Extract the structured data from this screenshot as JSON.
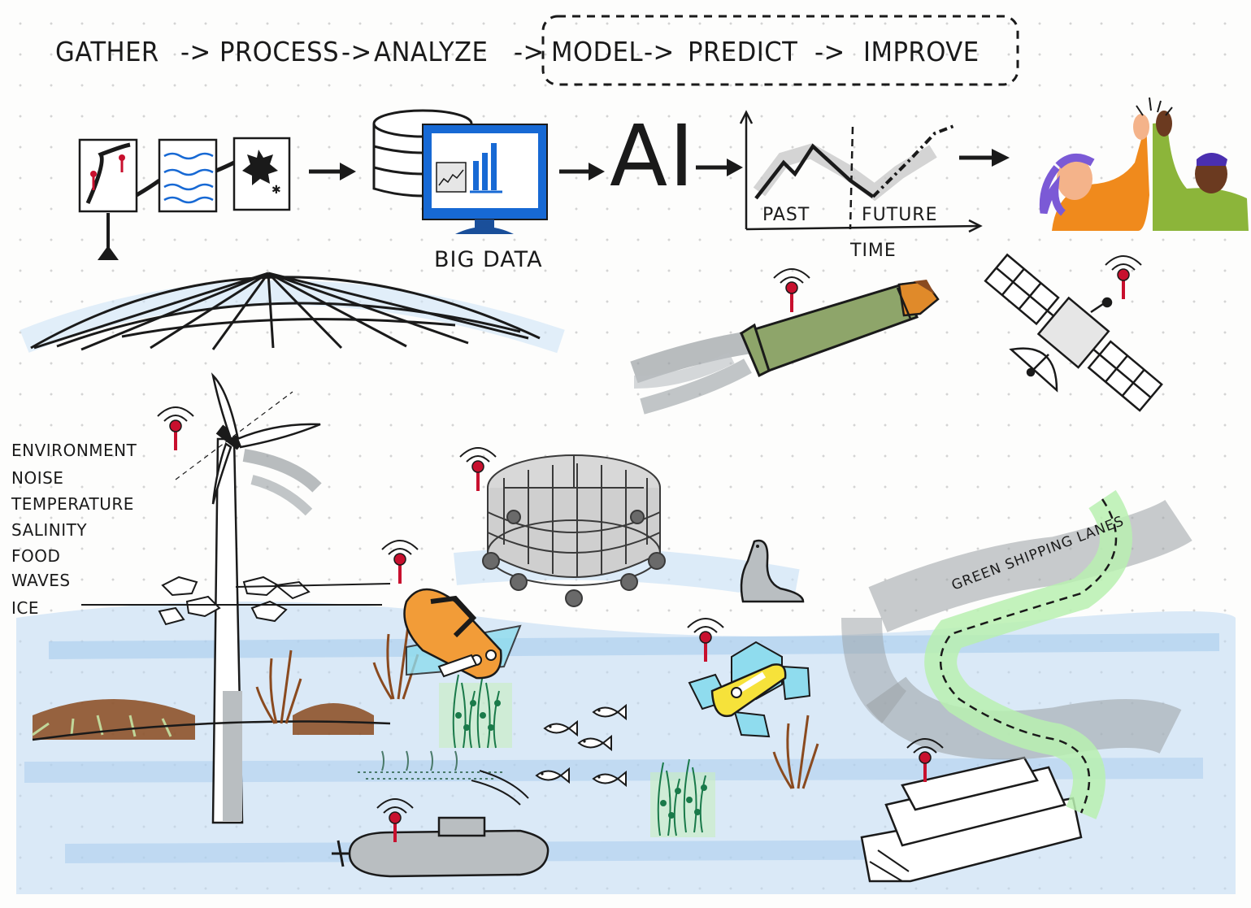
{
  "pipeline": {
    "steps": [
      "GATHER",
      "PROCESS",
      "ANALYZE",
      "MODEL",
      "PREDICT",
      "IMPROVE"
    ],
    "arrow": "->",
    "emphasized_group": [
      "MODEL",
      "PREDICT",
      "IMPROVE"
    ]
  },
  "labels": {
    "big_data": "BIG DATA",
    "ai": "AI",
    "past": "PAST",
    "future": "FUTURE",
    "time": "TIME",
    "shipping_lanes": "GREEN SHIPPING LANES"
  },
  "environment_factors": [
    "ENVIRONMENT",
    "NOISE",
    "TEMPERATURE",
    "SALINITY",
    "FOOD",
    "WAVES",
    "ICE"
  ],
  "colors": {
    "ink": "#1a1a1a",
    "water": "#bdd9f2",
    "sensor_red": "#c8102e",
    "monitor_blue": "#1769d4",
    "green_lane": "#b9f0b0",
    "smoke": "#9aa0a4",
    "person_orange": "#f08a1c",
    "person_green": "#8cb53a",
    "hair_purple": "#7b5ad6",
    "glider_orange": "#f29c38",
    "buoy_yellow": "#f6e23a",
    "seaweed_brown": "#8a4a1f"
  }
}
